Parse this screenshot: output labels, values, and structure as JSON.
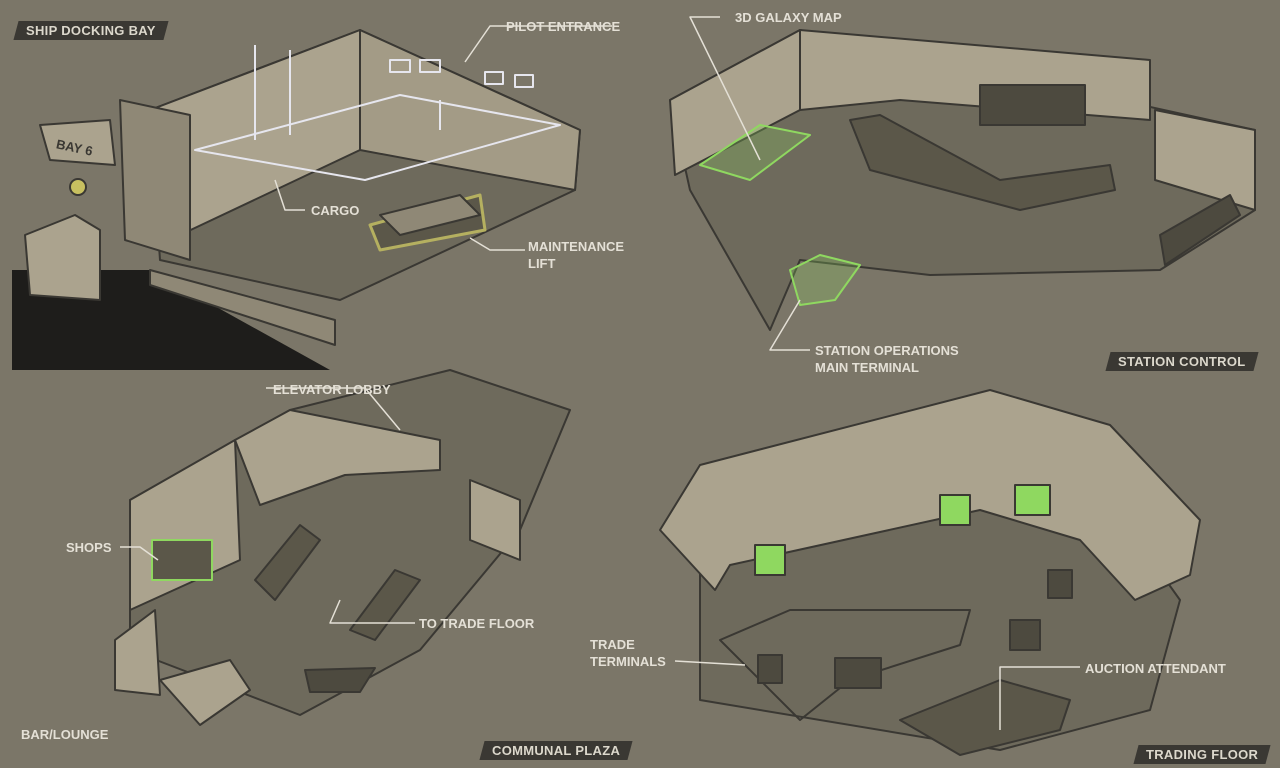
{
  "colors": {
    "background": "#7b7668",
    "wall": "#aba38e",
    "floor": "#6e6a5c",
    "outline": "#3a3833",
    "accent_green": "#8fd860",
    "hologram": "#e6e6ee",
    "floor_marking": "#b5b060"
  },
  "sections": {
    "docking_bay": {
      "title": "SHIP DOCKING BAY",
      "sign": "BAY 6",
      "labels": {
        "pilot_entrance": "PILOT ENTRANCE",
        "cargo": "CARGO",
        "maintenance_lift": "MAINTENANCE\nLIFT"
      }
    },
    "station_control": {
      "title": "STATION CONTROL",
      "labels": {
        "galaxy_map": "3D GALAXY MAP",
        "operations_terminal": "STATION OPERATIONS\nMAIN TERMINAL"
      }
    },
    "communal_plaza": {
      "title": "COMMUNAL PLAZA",
      "labels": {
        "elevator_lobby": "ELEVATOR LOBBY",
        "shops": "SHOPS",
        "to_trade_floor": "TO TRADE FLOOR",
        "bar_lounge": "BAR/LOUNGE"
      }
    },
    "trading_floor": {
      "title": "TRADING FLOOR",
      "labels": {
        "trade_terminals": "TRADE\nTERMINALS",
        "auction_attendant": "AUCTION ATTENDANT"
      }
    }
  }
}
